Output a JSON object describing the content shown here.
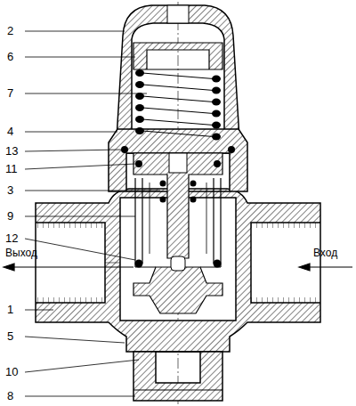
{
  "diagram": {
    "labels": [
      "2",
      "6",
      "7",
      "4",
      "13",
      "11",
      "3",
      "9",
      "12",
      "Выход",
      "Вход",
      "1",
      "5",
      "10",
      "8"
    ]
  }
}
